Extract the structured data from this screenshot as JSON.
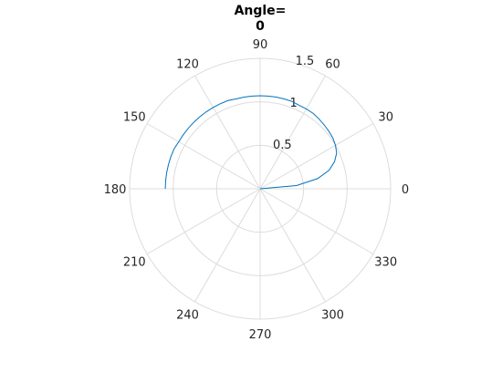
{
  "chart_data": {
    "type": "line",
    "coordinate_system": "polar",
    "title_lines": [
      "Angle=",
      "0"
    ],
    "theta_unit": "degrees",
    "theta_ticks": [
      0,
      30,
      60,
      90,
      120,
      150,
      180,
      210,
      240,
      270,
      300,
      330
    ],
    "theta_tick_labels": [
      "0",
      "30",
      "60",
      "90",
      "120",
      "150",
      "180",
      "210",
      "240",
      "270",
      "300",
      "330"
    ],
    "rlim": [
      0,
      1.5
    ],
    "r_ticks": [
      0.5,
      1,
      1.5
    ],
    "r_tick_labels": [
      "0.5",
      "1",
      "1.5"
    ],
    "r_label_angle_deg": 75,
    "grid": true,
    "colors": {
      "series": "#0072BD",
      "grid": "#dcdcdc",
      "text": "#262626"
    },
    "series": [
      {
        "theta": [
          0,
          5,
          10,
          15,
          20,
          25,
          30,
          35,
          40,
          45,
          50,
          55,
          60,
          65,
          70,
          75,
          80,
          85,
          90,
          95,
          100,
          105,
          110,
          115,
          120,
          125,
          130,
          135,
          140,
          145,
          150,
          155,
          160,
          165,
          170,
          175,
          180
        ],
        "r": [
          0.0,
          0.42,
          0.67,
          0.82,
          0.91,
          0.97,
          1.0,
          1.02,
          1.03,
          1.04,
          1.05,
          1.06,
          1.06,
          1.06,
          1.07,
          1.07,
          1.07,
          1.07,
          1.07,
          1.07,
          1.07,
          1.07,
          1.08,
          1.08,
          1.08,
          1.08,
          1.08,
          1.08,
          1.08,
          1.08,
          1.08,
          1.09,
          1.09,
          1.09,
          1.09,
          1.09,
          1.09
        ]
      }
    ]
  }
}
